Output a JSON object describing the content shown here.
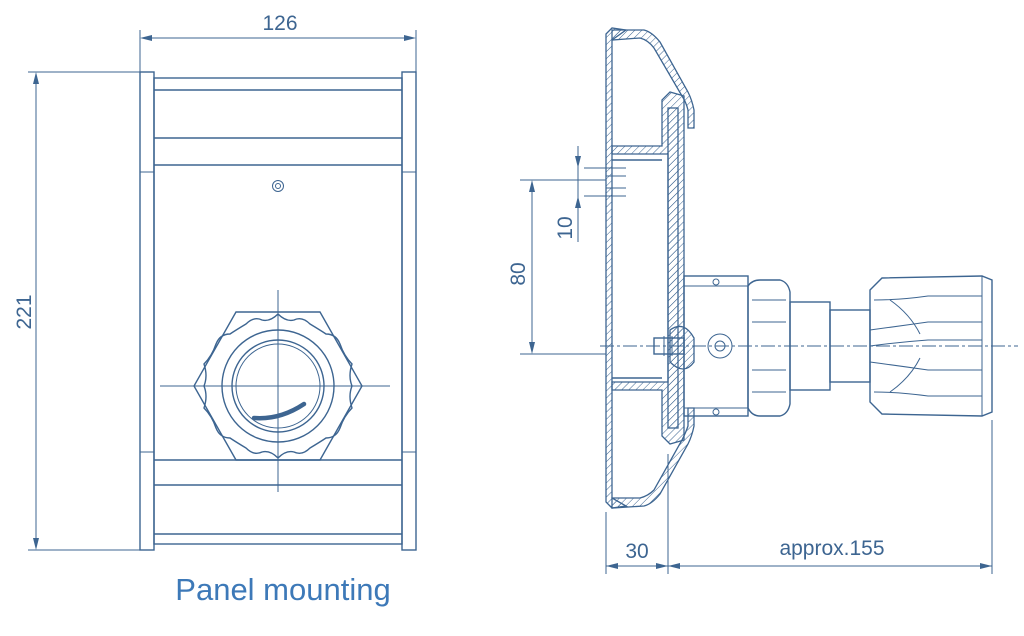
{
  "dimensions": {
    "width": "126",
    "height": "221",
    "vertical_offset": "80",
    "hole": "10",
    "depth": "30",
    "projection": "approx.155"
  },
  "caption": "Panel mounting",
  "colors": {
    "line": "#3d6591",
    "caption": "#3d79b8",
    "background": "#ffffff"
  }
}
